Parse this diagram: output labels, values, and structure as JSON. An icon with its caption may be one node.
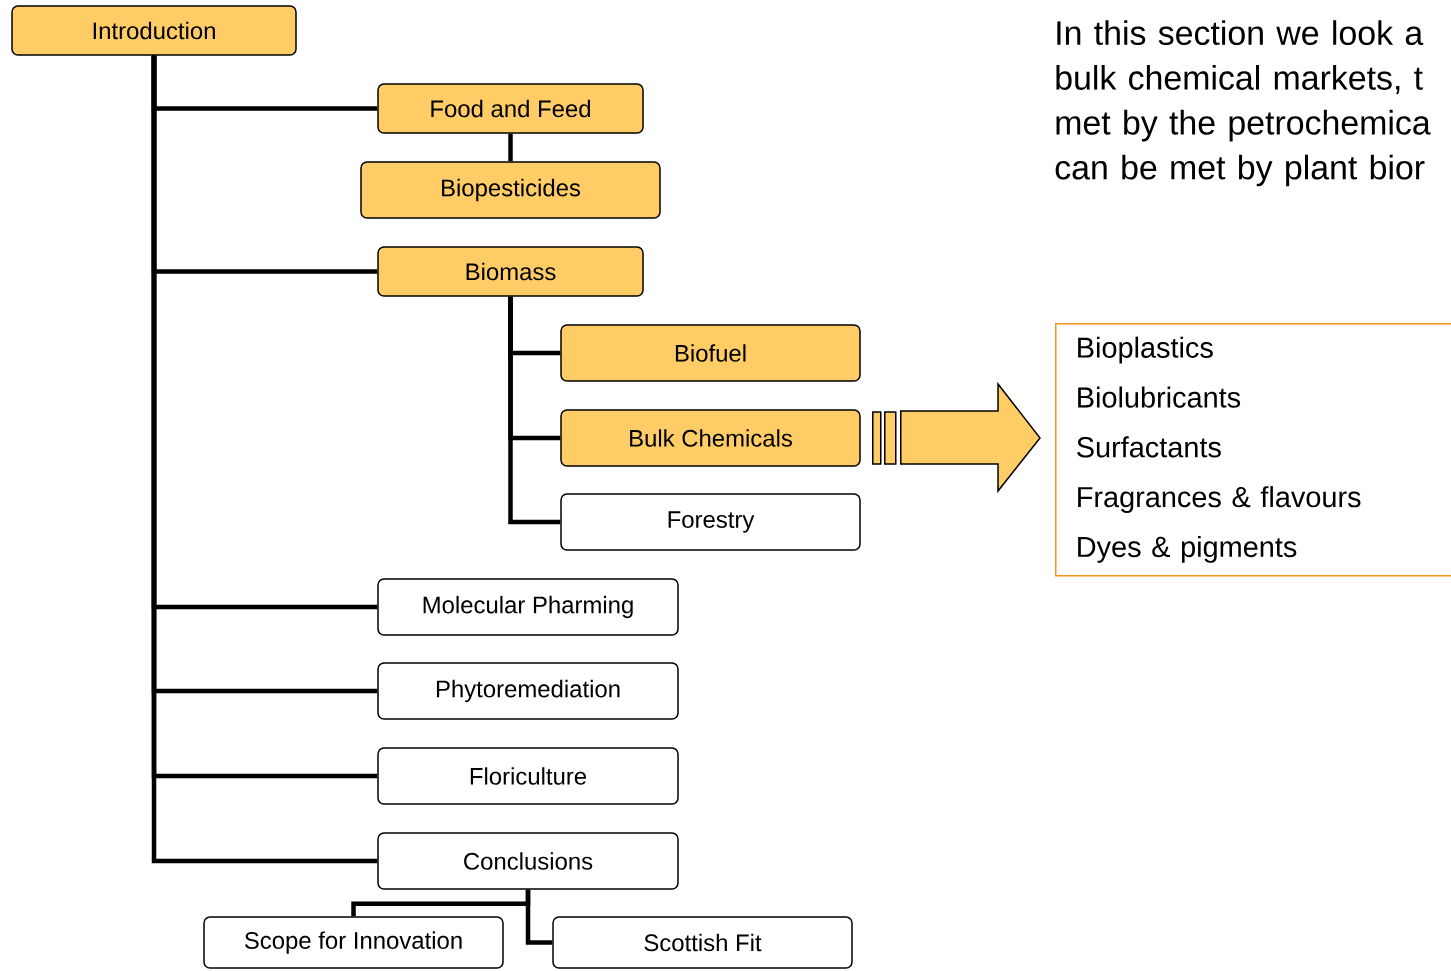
{
  "diagram": {
    "nodes": [
      {
        "text": [
          "Introduction"
        ]
      },
      {
        "text": [
          "Food and Feed"
        ]
      },
      {
        "text": [
          "Biopesticides"
        ]
      },
      {
        "text": [
          "Biomass"
        ]
      },
      {
        "text": [
          "Biofuel"
        ]
      },
      {
        "text": [
          "Bulk Chemicals"
        ]
      },
      {
        "text": [
          "Forestry"
        ]
      },
      {
        "text": [
          "Molecular Pharming"
        ]
      },
      {
        "text": [
          "Phytoremediation"
        ]
      },
      {
        "text": [
          "Floriculture"
        ]
      },
      {
        "text": [
          "Conclusions"
        ]
      },
      {
        "text": [
          "Scope for Innovation"
        ]
      },
      {
        "text": [
          "Scottish Fit"
        ]
      },
      {
        "text": [
          "Bioplastics",
          "Biolubricants",
          "Surfactants",
          "Fragrances & flavours",
          "Dyes & pigments"
        ]
      }
    ],
    "edges": [
      {
        "from": 0,
        "to": 1,
        "arrow": "none"
      },
      {
        "from": 1,
        "to": 2,
        "arrow": "none"
      },
      {
        "from": 0,
        "to": 3,
        "arrow": "none"
      },
      {
        "from": 3,
        "to": 4,
        "arrow": "none"
      },
      {
        "from": 3,
        "to": 5,
        "arrow": "none"
      },
      {
        "from": 3,
        "to": 6,
        "arrow": "none"
      },
      {
        "from": 0,
        "to": 7,
        "arrow": "none"
      },
      {
        "from": 0,
        "to": 8,
        "arrow": "none"
      },
      {
        "from": 0,
        "to": 9,
        "arrow": "none"
      },
      {
        "from": 0,
        "to": 10,
        "arrow": "none"
      },
      {
        "from": 10,
        "to": 11,
        "arrow": "none"
      },
      {
        "from": 10,
        "to": 12,
        "arrow": "none"
      },
      {
        "from": 5,
        "to": 13,
        "arrow": "to"
      }
    ],
    "labels": [
      "In this section we look a bulk chemical markets, t met by the petrochemica can be met by plant bior"
    ]
  }
}
